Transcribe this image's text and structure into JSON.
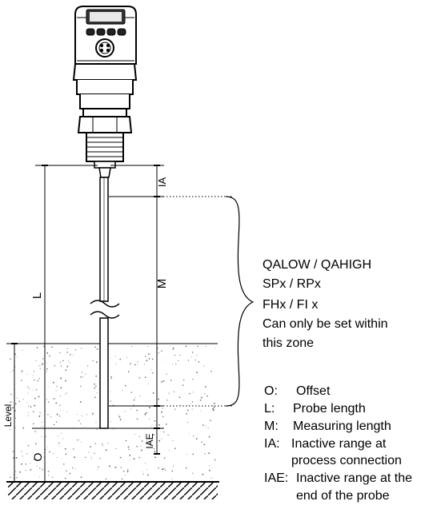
{
  "dimension_labels": {
    "L": "L",
    "IA": "IA",
    "M": "M",
    "IAE": "IAE",
    "O": "O",
    "level": "Level"
  },
  "annotation": {
    "line1": "QALOW / QAHIGH",
    "line2": "SPx / RPx",
    "line3": "FHx / FI x",
    "line4": "Can only be set within",
    "line5": "this zone"
  },
  "legend": [
    {
      "key": "O:",
      "text": "Offset"
    },
    {
      "key": "L:",
      "text": "Probe length"
    },
    {
      "key": "M:",
      "text": "Measuring length"
    },
    {
      "key": "IA:",
      "text": "Inactive range at",
      "cont": "process connection"
    },
    {
      "key": "IAE:",
      "text": "Inactive range at the",
      "cont": "end of the probe"
    }
  ]
}
